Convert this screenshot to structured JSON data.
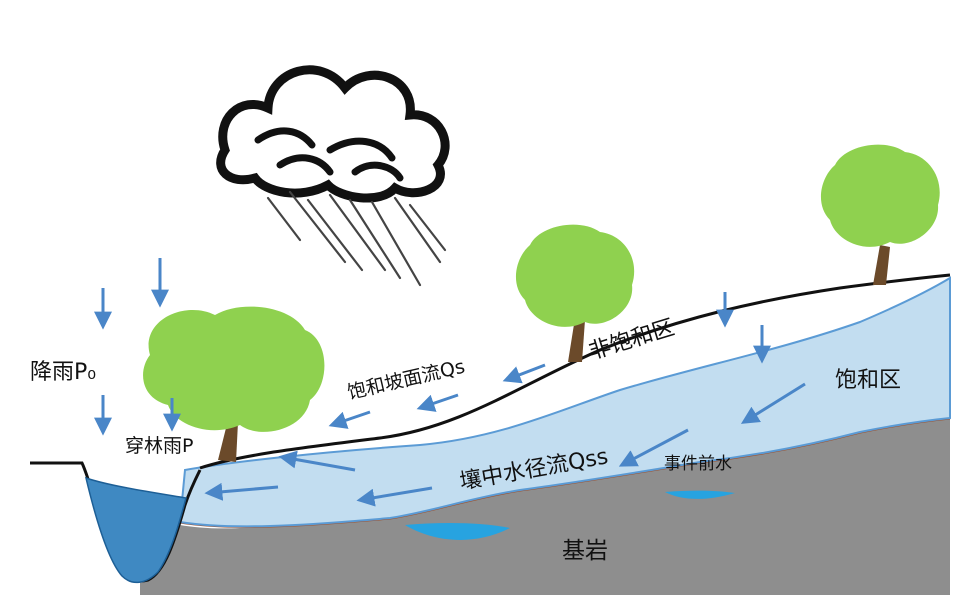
{
  "labels": {
    "rainfall": "降雨P₀",
    "throughfall": "穿林雨P",
    "saturation_overland_flow": "饱和坡面流Qs",
    "unsaturated_zone": "非饱和区",
    "saturated_zone": "饱和区",
    "interflow": "壤中水径流Qss",
    "event_water": "事件前水",
    "bedrock": "基岩"
  },
  "colors": {
    "soil_water": "#c2ddf0",
    "soil_water_edge": "#5b9bd5",
    "bedrock": "#8e8e8e",
    "bedrock_edge": "#a0522d",
    "stream": "#3f89c2",
    "pool": "#27a3e0",
    "flow_arrow": "#4a86c8",
    "foliage": "#8fd14f",
    "trunk": "#6b4a2a",
    "cloud_outline": "#111111"
  },
  "icons": [
    "cloud-icon",
    "rain-streaks-icon",
    "tree-icon",
    "flow-arrow-icon"
  ]
}
